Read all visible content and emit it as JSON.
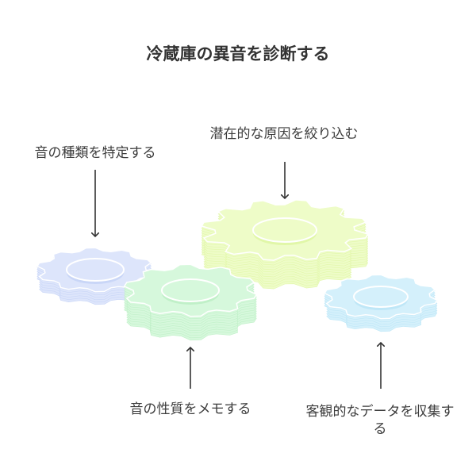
{
  "title": "冷蔵庫の異音を診断する",
  "steps": [
    {
      "id": "identify",
      "label": "音の種類を特定する",
      "color": "#dde5fb",
      "stroke": "#c9d6f7"
    },
    {
      "id": "memo",
      "label": "音の性質をメモする",
      "color": "#d6f8dc",
      "stroke": "#c0f0c8"
    },
    {
      "id": "narrow",
      "label": "潜在的な原因を絞り込む",
      "color": "#eefcc8",
      "stroke": "#e1f7a8"
    },
    {
      "id": "collect",
      "label": "客観的なデータを収集する",
      "color": "#d4f0fb",
      "stroke": "#bfe7f7"
    }
  ],
  "icons": {
    "arrow": "arrow-icon",
    "gear": "gear-icon"
  }
}
